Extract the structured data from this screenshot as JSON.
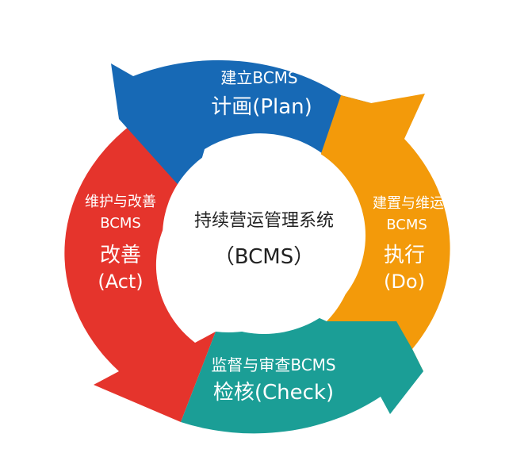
{
  "diagram": {
    "center": {
      "title": "持续营运管理系统",
      "subtitle": "（BCMS）"
    },
    "stages": {
      "plan": {
        "line1": "建立BCMS",
        "line2": "计画(Plan)",
        "color": "#1769B5"
      },
      "do": {
        "line1": "建置与维运",
        "line2": "BCMS",
        "line3": "执行",
        "line4": "(Do)",
        "color": "#F39A0A"
      },
      "check": {
        "line1": "监督与审查BCMS",
        "line2": "检核(Check)",
        "color": "#1B9E96"
      },
      "act": {
        "line1": "维护与改善",
        "line2": "BCMS",
        "line3": "改善",
        "line4": "(Act)",
        "color": "#E5342C"
      }
    }
  }
}
